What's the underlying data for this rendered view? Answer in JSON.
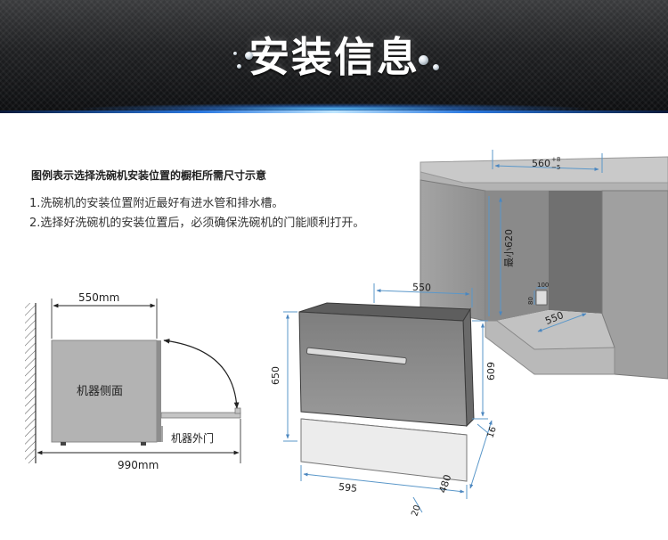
{
  "banner": {
    "title": "安装信息"
  },
  "intro": {
    "heading": "图例表示选择洗碗机安装位置的橱柜所需尺寸示意",
    "notes": [
      "1.洗碗机的安装位置附近最好有进水管和排水槽。",
      "2.选择好洗碗机的安装位置后，必须确保洗碗机的门能顺利打开。"
    ]
  },
  "side_view": {
    "top_dim": "550mm",
    "bottom_dim": "990mm",
    "body_label": "机器侧面",
    "door_label": "机器外门"
  },
  "machine_3d": {
    "depth_top": "550",
    "height_front": "650",
    "height_right": "609",
    "width_bottom": "595",
    "depth_bottom": "480",
    "door_thickness": "20",
    "side_gap": "16"
  },
  "cabinet": {
    "width": "560",
    "width_tol_plus": "+8",
    "width_tol_minus": "−5",
    "min_height": "最小620",
    "depth": "550",
    "port_w": "100",
    "port_h": "80"
  },
  "colors": {
    "dim_line": "#5a97c9",
    "banner_glow": "#3a8be6",
    "body_gray": "#9a9a9a"
  }
}
